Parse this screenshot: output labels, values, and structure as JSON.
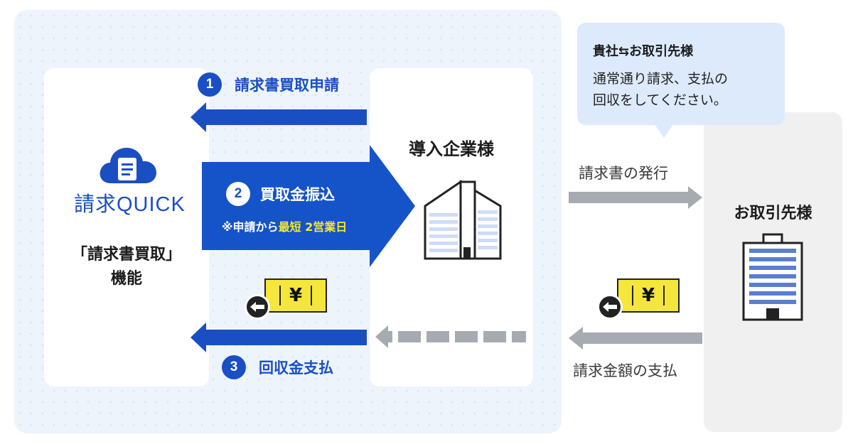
{
  "service": {
    "logo_text": "請求QUICK",
    "feature_line1": "「請求書買取」",
    "feature_line2": "機能"
  },
  "company": {
    "label": "導入企業様"
  },
  "partner": {
    "label": "お取引先様"
  },
  "steps": [
    {
      "number": "1",
      "label": "請求書買取申請"
    },
    {
      "number": "2",
      "label": "買取金振込",
      "note_prefix": "※申請から",
      "note_highlight": "最短 2営業日"
    },
    {
      "number": "3",
      "label": "回収金支払"
    }
  ],
  "flows": {
    "invoice_issue": "請求書の発行",
    "payment": "請求金額の支払"
  },
  "bubble": {
    "title": "貴社⇆お取引先様",
    "body_line1": "通常通り請求、支払の",
    "body_line2": "回収をしてください。"
  },
  "yen_symbol": "¥",
  "colors": {
    "primary_blue": "#1a4fc4",
    "gray_arrow": "#a6abb1",
    "highlight_yellow": "#f5e63a",
    "bubble_bg": "#dceafb"
  }
}
